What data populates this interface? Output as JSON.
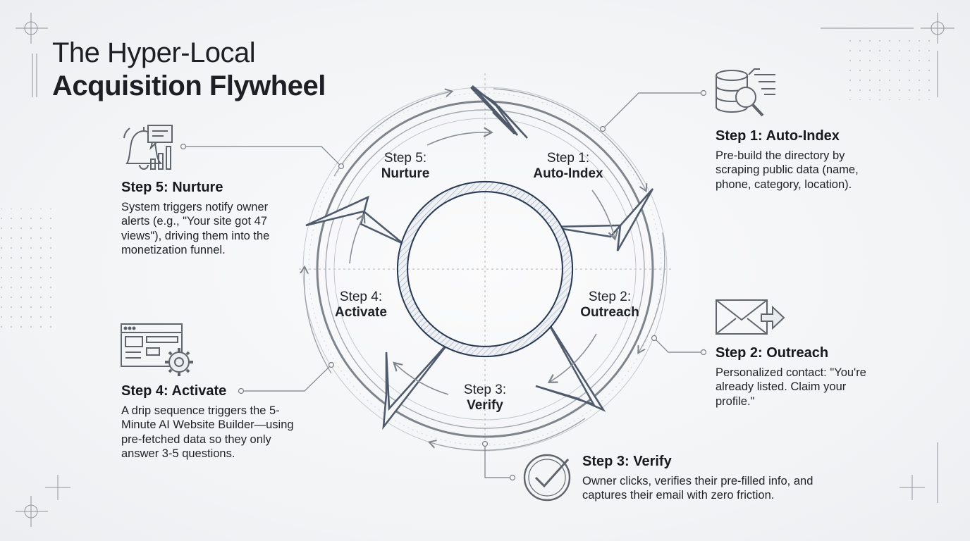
{
  "title": {
    "line1": "The Hyper-Local",
    "line2": "Acquisition Flywheel"
  },
  "ring_labels": [
    {
      "step": "Step 1:",
      "name": "Auto-Index"
    },
    {
      "step": "Step 2:",
      "name": "Outreach"
    },
    {
      "step": "Step 3:",
      "name": "Verify"
    },
    {
      "step": "Step 4:",
      "name": "Activate"
    },
    {
      "step": "Step 5:",
      "name": "Nurture"
    }
  ],
  "steps": [
    {
      "heading": "Step 1: Auto-Index",
      "body": "Pre-build the directory by scraping public data (name, phone, category, location).",
      "icon": "database-search-icon"
    },
    {
      "heading": "Step 2: Outreach",
      "body": "Personalized contact: \"You're already listed. Claim your profile.\"",
      "icon": "envelope-send-icon"
    },
    {
      "heading": "Step 3: Verify",
      "body": "Owner clicks, verifies their pre-filled info, and captures their email with zero friction.",
      "icon": "check-circle-icon"
    },
    {
      "heading": "Step 4: Activate",
      "body": "A drip sequence triggers the 5-Minute AI Website Builder—using pre-fetched data so they only answer 3-5 questions.",
      "icon": "website-gear-icon"
    },
    {
      "heading": "Step 5: Nurture",
      "body": "System triggers notify owner alerts (e.g., \"Your site got 47 views\"), driving them into the monetization funnel.",
      "icon": "bell-chat-chart-icon"
    }
  ],
  "colors": {
    "ink": "#1c1f24",
    "navy": "#2b3a55",
    "line": "#6b7178",
    "faint": "#b9bec4"
  }
}
